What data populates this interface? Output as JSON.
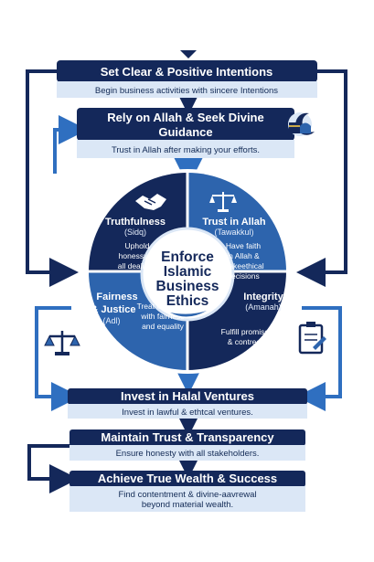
{
  "colors": {
    "navy": "#14285a",
    "blue": "#2d64ad",
    "light_blue_bar": "#dbe7f6",
    "arrow_blue": "#2f6fc0",
    "white": "#ffffff"
  },
  "steps": {
    "intentions": {
      "title": "Set Clear & Positive Intentions",
      "subtitle": "Begin business activities with sincere Intentions"
    },
    "reliance": {
      "title_line1": "Rely on Allah & Seek Divine",
      "title_line2": "Guidance",
      "subtitle": "Trust in Allah after making your efforts.",
      "icon": "kaaba-mosque-icon"
    },
    "halal": {
      "title": "Invest in Halal Ventures",
      "subtitle": "Invest in lawful & ethtcal ventures."
    },
    "trust": {
      "title": "Maintain Trust & Transparency",
      "subtitle": "Ensure honesty with all stakeholders."
    },
    "wealth": {
      "title": "Achieve True Wealth & Success",
      "subtitle_line1": "Find contentment & divine-aavrewal",
      "subtitle_line2": "beyond material wealth."
    }
  },
  "center": {
    "line1": "Enforce",
    "line2": "Islamic",
    "line3": "Business",
    "line4": "Ethics"
  },
  "quadrants": {
    "truthfulness": {
      "title": "Truthfulness",
      "subtitle": "(Sidq)",
      "body": [
        "Uphold",
        "honessy in",
        "all dealings"
      ],
      "icon": "handshake-icon"
    },
    "trust_allah": {
      "title": "Trust in Allah",
      "subtitle": "(Tawakkul)",
      "body": [
        "Have faith",
        "in Allah &",
        "makeethical",
        "decisions"
      ],
      "icon": "scales-icon"
    },
    "fairness": {
      "title_line1": "Fairness",
      "title_line2": "& Justice",
      "subtitle": "(Adl)",
      "body": [
        "Treat everyone",
        "with fairness",
        "and equality"
      ],
      "icon": "scales-icon"
    },
    "integrity": {
      "title": "Integrity",
      "subtitle": "(Amanah)",
      "body": [
        "Fulfill promises",
        "& contrects"
      ],
      "icon": "contract-icon"
    }
  }
}
